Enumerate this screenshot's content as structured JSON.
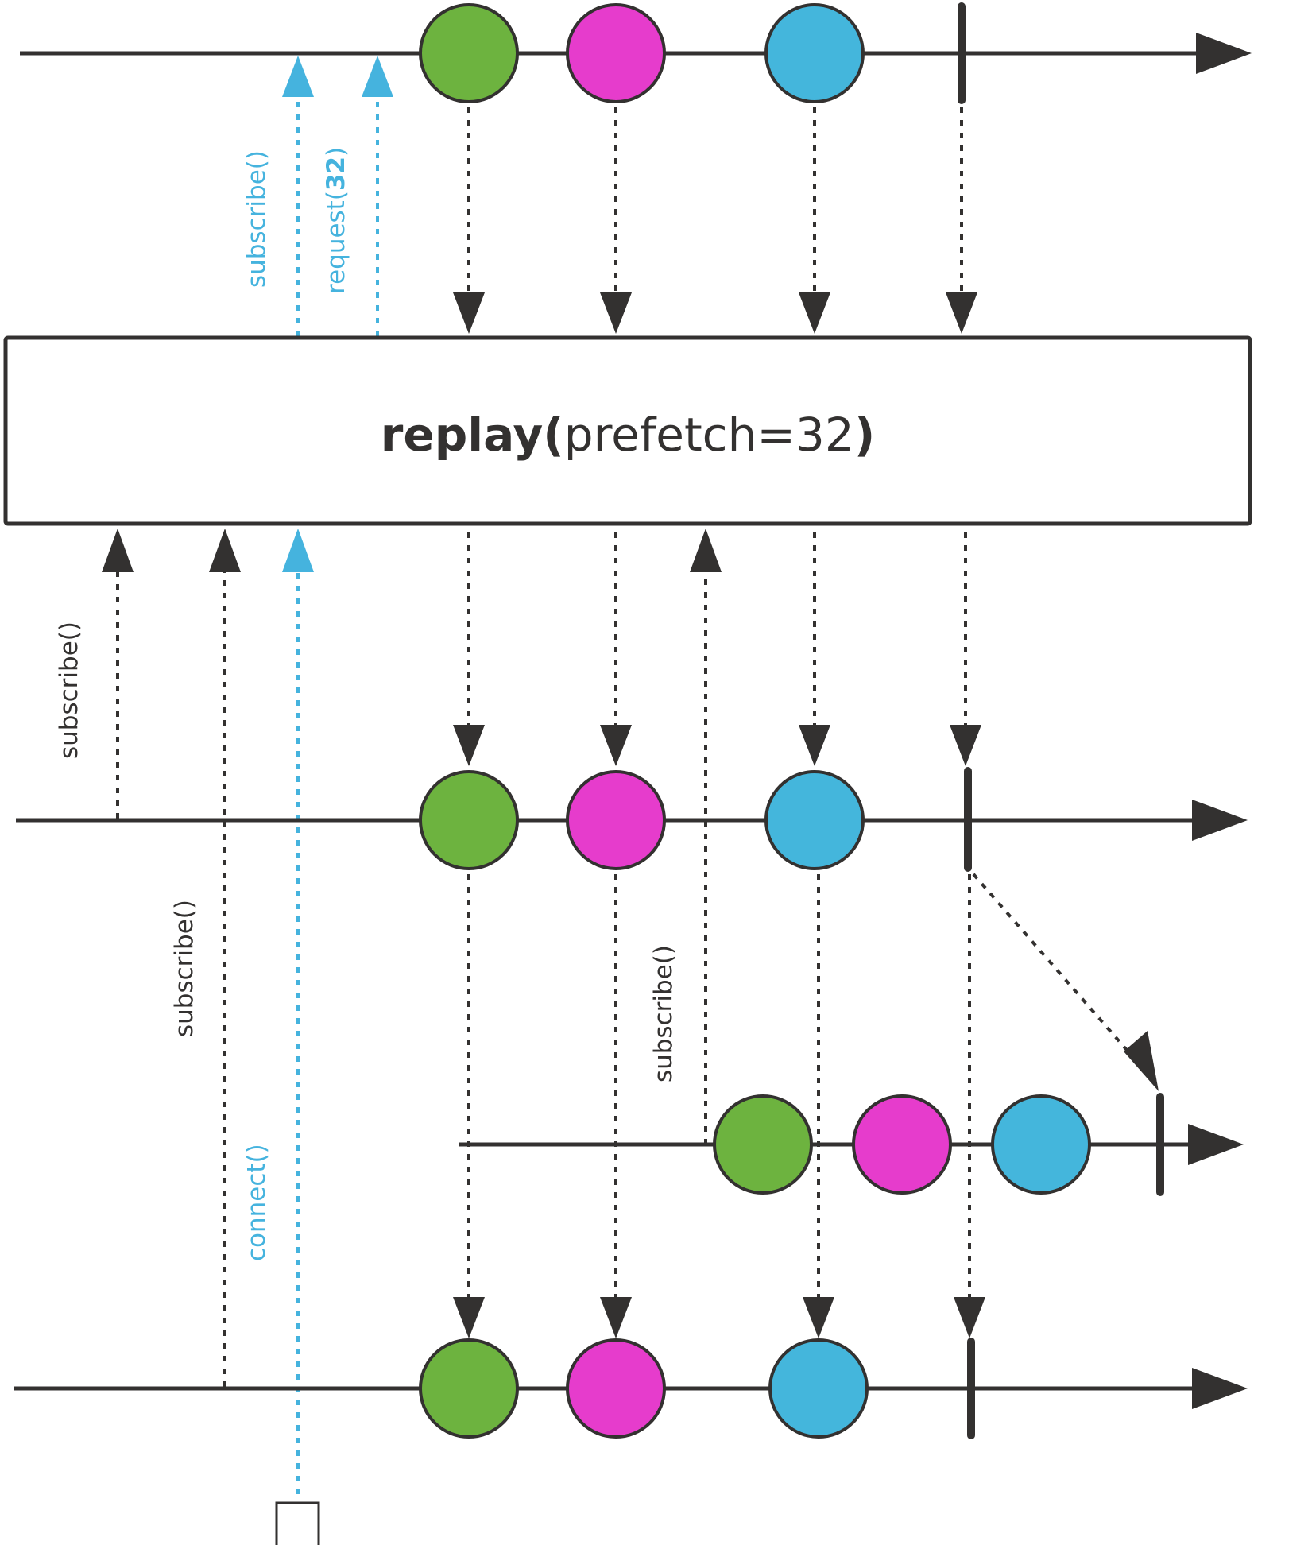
{
  "diagram": {
    "operator": {
      "name": "replay(",
      "param": "prefetch=32",
      "close": ")"
    },
    "labels": {
      "subscribe_upstream": "subscribe()",
      "request_prefix": "request(",
      "request_value": "32",
      "request_suffix": ")",
      "subscribe_first": "subscribe()",
      "subscribe_second": "subscribe()",
      "subscribe_late": "subscribe()",
      "connect": "connect()"
    },
    "marbles": [
      "green",
      "pink",
      "blue"
    ],
    "colors": {
      "green": "#6db33f",
      "pink": "#e63ccc",
      "blue": "#44b6dc",
      "stroke": "#333130",
      "accent": "#45b3de"
    },
    "prefetch": 32,
    "completes": true
  }
}
